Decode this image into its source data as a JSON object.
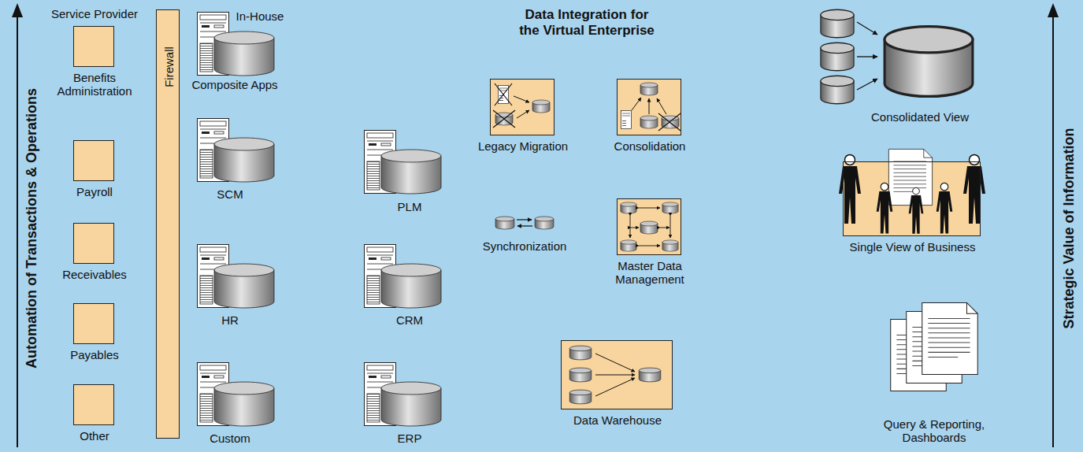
{
  "diagram": {
    "title": "Data Integration for the Virtual Enterprise",
    "nodes": [
      {
        "text": [
          "Benefits Administration"
        ]
      },
      {
        "text": [
          "Payroll"
        ]
      },
      {
        "text": [
          "Receivables"
        ]
      },
      {
        "text": [
          "Payables"
        ]
      },
      {
        "text": [
          "Other"
        ]
      },
      {
        "text": [
          "Firewall"
        ]
      },
      {
        "text": [
          "Legacy Migration"
        ]
      },
      {
        "text": [
          "Consolidation"
        ]
      },
      {
        "text": [
          "Master Data Management"
        ]
      },
      {
        "text": [
          "Data Warehouse"
        ]
      },
      {
        "text": [
          "Single View of Business"
        ]
      }
    ],
    "labels": [
      "Automation of Transactions & Operations",
      "Service Provider",
      "In-House",
      "Composite Apps",
      "SCM",
      "HR",
      "Custom",
      "PLM",
      "CRM",
      "ERP",
      "Synchronization",
      "Consolidated View",
      "Query & Reporting, Dashboards",
      "Strategic Value of Information"
    ]
  }
}
